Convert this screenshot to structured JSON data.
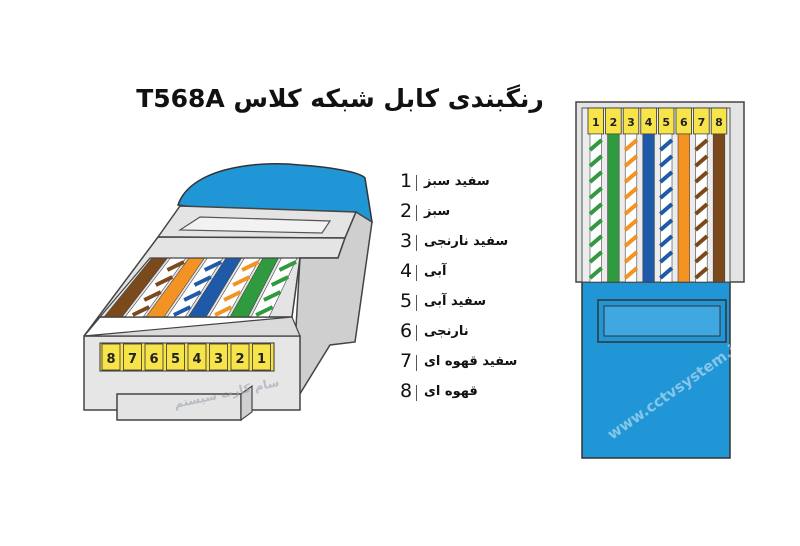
{
  "title": "رنگبندی کابل شبکه کلاس T568A",
  "watermark": {
    "brand": "سام کارت سیستم",
    "url": "www.cctvsystem.ir"
  },
  "colors": {
    "green": "#2f9a3e",
    "orange": "#f39324",
    "blue": "#1e5aa8",
    "brown": "#7a4a1c",
    "white": "#ffffff",
    "pin_yellow": "#f6e44a",
    "jacket_blue": "#2196d6",
    "plug_gray": "#e4e4e4"
  },
  "pins": [
    {
      "num": "1",
      "label": "سفید سبز",
      "color": "green",
      "striped": true
    },
    {
      "num": "2",
      "label": "سبز",
      "color": "green",
      "striped": false
    },
    {
      "num": "3",
      "label": "سفید نارنجی",
      "color": "orange",
      "striped": true
    },
    {
      "num": "4",
      "label": "آبی",
      "color": "blue",
      "striped": false
    },
    {
      "num": "5",
      "label": "سفید آبی",
      "color": "blue",
      "striped": true
    },
    {
      "num": "6",
      "label": "نارنجی",
      "color": "orange",
      "striped": false
    },
    {
      "num": "7",
      "label": "سفید قهوه ای",
      "color": "brown",
      "striped": true
    },
    {
      "num": "8",
      "label": "قهوه ای",
      "color": "brown",
      "striped": false
    }
  ]
}
